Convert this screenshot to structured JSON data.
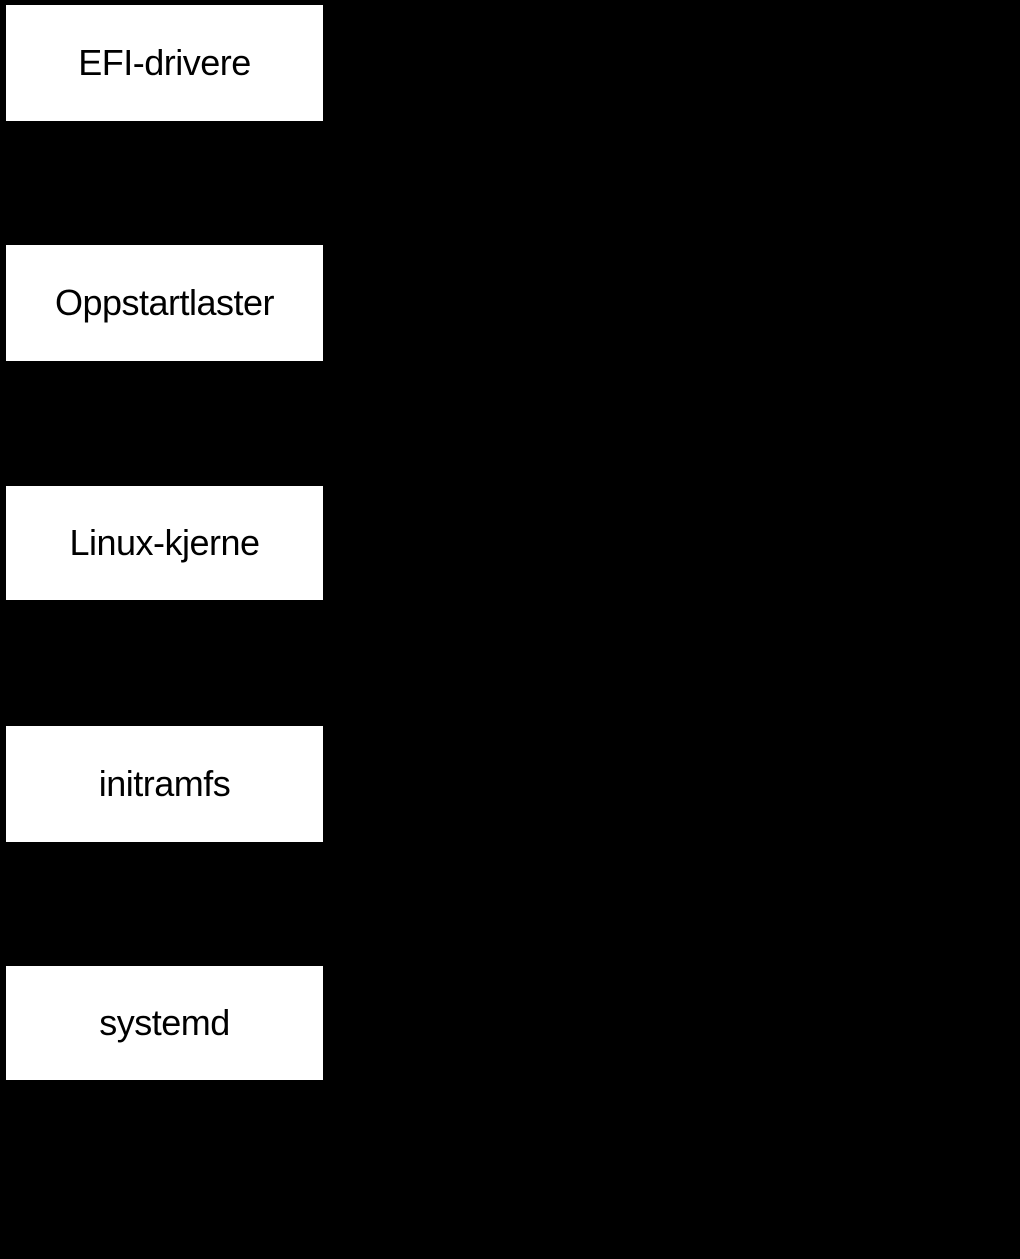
{
  "diagram": {
    "background_color": "#000000",
    "node_fill_color": "#ffffff",
    "node_text_color": "#000000",
    "nodes": [
      {
        "label": "EFI-drivere"
      },
      {
        "label": "Oppstartlaster"
      },
      {
        "label": "Linux-kjerne"
      },
      {
        "label": "initramfs"
      },
      {
        "label": "systemd"
      }
    ]
  }
}
